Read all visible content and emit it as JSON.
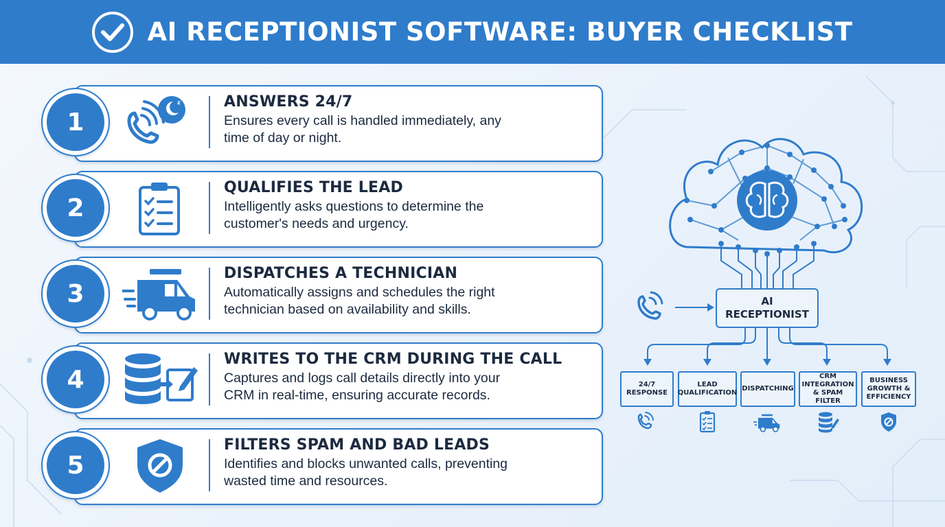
{
  "header": {
    "title": "AI RECEPTIONIST SOFTWARE: BUYER CHECKLIST",
    "icon": "check-circle-icon"
  },
  "colors": {
    "primary": "#2f7ccb",
    "text": "#1c2a3f",
    "background": "#eaf2fb"
  },
  "checklist": [
    {
      "number": "1",
      "icon": "phone-moon-icon",
      "title": "ANSWERS 24/7",
      "desc_line1": "Ensures every call is handled immediately, any",
      "desc_line2": "time of day or night."
    },
    {
      "number": "2",
      "icon": "clipboard-checklist-icon",
      "title": "QUALIFIES THE LEAD",
      "desc_line1": "Intelligently asks questions to determine the",
      "desc_line2": "customer's needs and urgency."
    },
    {
      "number": "3",
      "icon": "service-van-icon",
      "title": "DISPATCHES A TECHNICIAN",
      "desc_line1": "Automatically assigns and schedules the right",
      "desc_line2": "technician based on availability and skills."
    },
    {
      "number": "4",
      "icon": "database-edit-icon",
      "title": "WRITES TO THE CRM DURING THE CALL",
      "desc_line1": "Captures and logs call details directly into your",
      "desc_line2": "CRM in real-time, ensuring accurate records."
    },
    {
      "number": "5",
      "icon": "shield-block-icon",
      "title": "FILTERS SPAM AND BAD LEADS",
      "desc_line1": "Identifies and blocks unwanted calls, preventing",
      "desc_line2": "wasted time and resources."
    }
  ],
  "diagram": {
    "brain_icon": "brain-icon",
    "incoming_icon": "phone-call-icon",
    "center_line1": "AI",
    "center_line2": "RECEPTIONIST",
    "outputs": [
      {
        "line1": "24/7",
        "line2": "RESPONSE",
        "line3": "",
        "icon": "phone-icon"
      },
      {
        "line1": "LEAD",
        "line2": "QUALIFICATION",
        "line3": "",
        "icon": "clipboard-icon"
      },
      {
        "line1": "DISPATCHING",
        "line2": "",
        "line3": "",
        "icon": "van-icon"
      },
      {
        "line1": "CRM",
        "line2": "INTEGRATION",
        "line3": "& SPAM FILTER",
        "icon": "database-icon"
      },
      {
        "line1": "BUSINESS",
        "line2": "GROWTH &",
        "line3": "EFFICIENCY",
        "icon": "shield-icon"
      }
    ]
  }
}
